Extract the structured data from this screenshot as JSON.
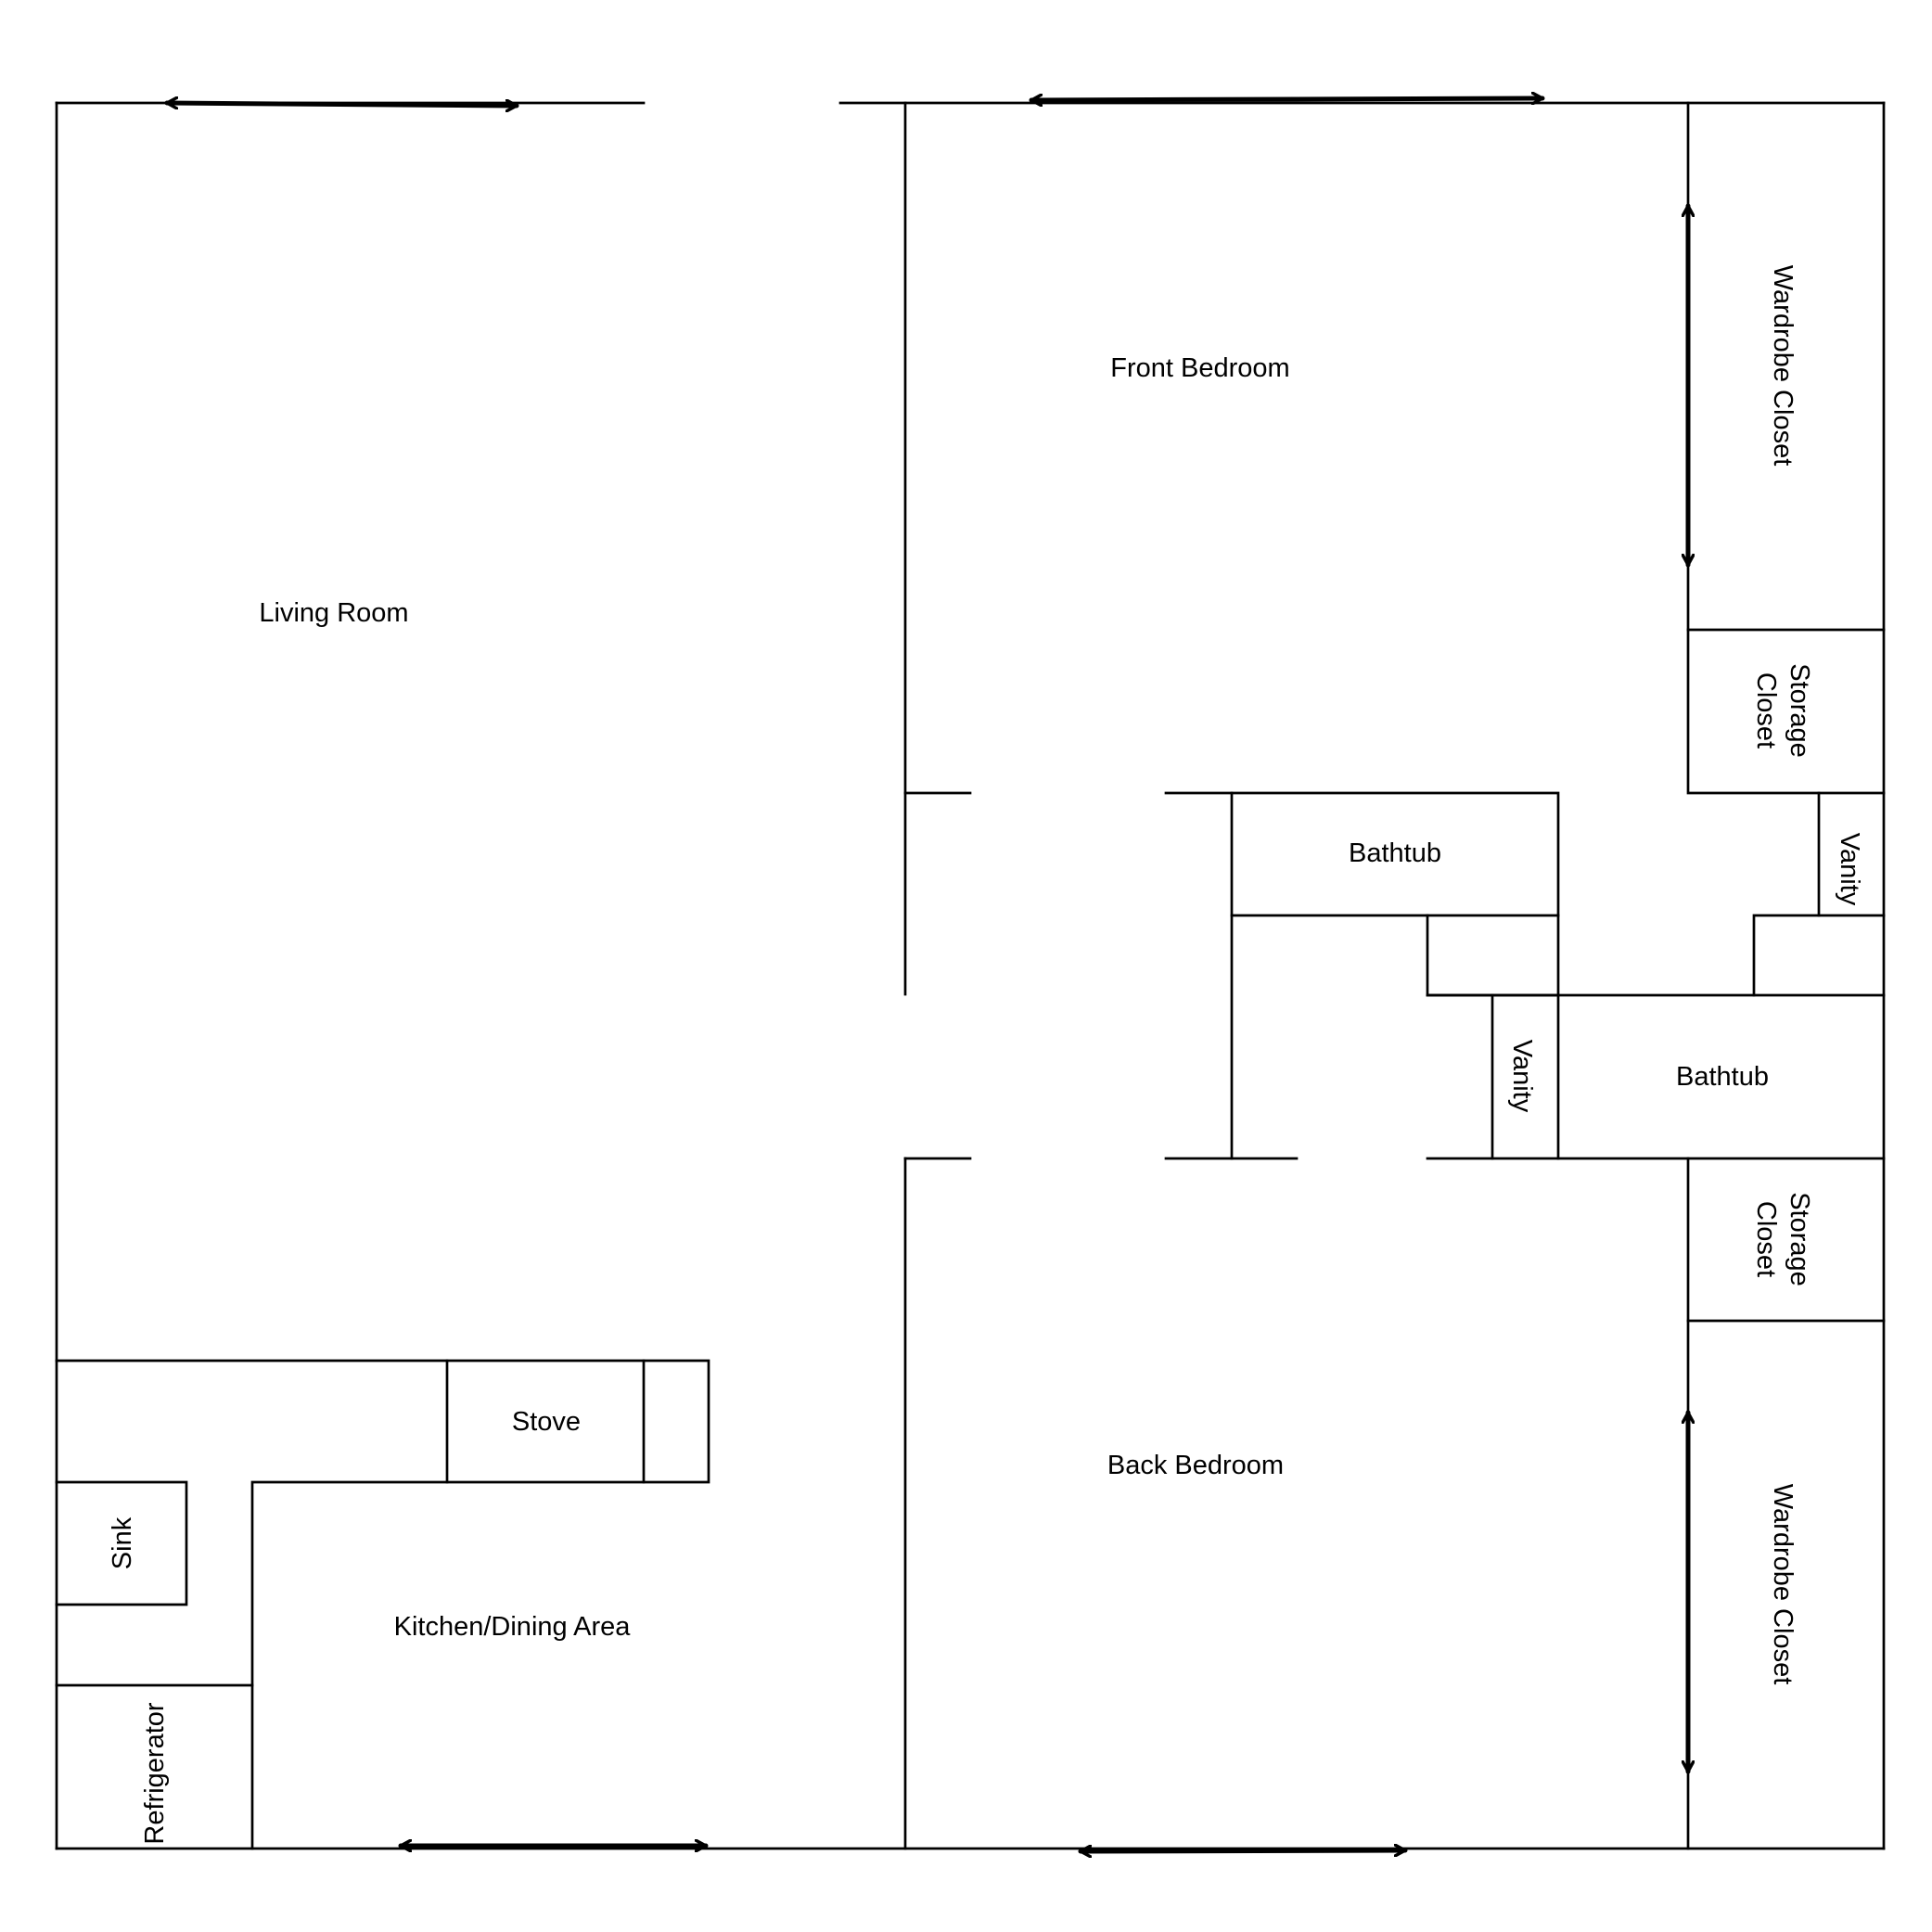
{
  "diagram": {
    "type": "floor-plan",
    "line_color": "#000000",
    "background": "#ffffff",
    "rooms": {
      "living_room": "Living Room",
      "front_bedroom": "Front Bedroom",
      "back_bedroom": "Back Bedroom",
      "kitchen_dining": "Kitchen/Dining Area"
    },
    "fixtures": {
      "stove": "Stove",
      "sink": "Sink",
      "refrigerator": "Refrigerator",
      "bathtub_upper": "Bathtub",
      "bathtub_lower": "Bathtub",
      "vanity_upper": "Vanity",
      "vanity_lower": "Vanity"
    },
    "closets": {
      "wardrobe_front": "Wardrobe Closet",
      "storage_front": [
        "Storage",
        "Closet"
      ],
      "storage_back": [
        "Storage",
        "Closet"
      ],
      "wardrobe_back": "Wardrobe Closet"
    },
    "sliding_door_icon": "double-headed-arrow"
  }
}
